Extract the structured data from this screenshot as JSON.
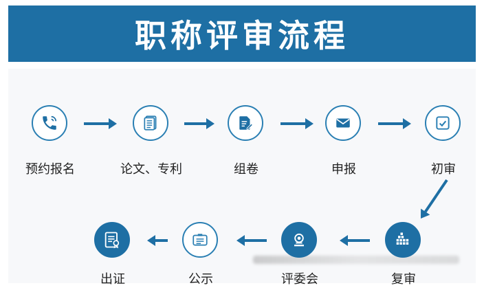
{
  "title": "职称评审流程",
  "colors": {
    "primary": "#1e6fa4",
    "outline": "#2a7fb3",
    "text": "#222222"
  },
  "steps": [
    {
      "label": "预约报名",
      "icon": "phone-icon",
      "style": "outline"
    },
    {
      "label": "论文、专利",
      "icon": "document-icon",
      "style": "outline"
    },
    {
      "label": "组卷",
      "icon": "file-edit-icon",
      "style": "outline"
    },
    {
      "label": "申报",
      "icon": "envelope-icon",
      "style": "outline"
    },
    {
      "label": "初审",
      "icon": "checkbox-icon",
      "style": "outline"
    },
    {
      "label": "复审",
      "icon": "blocks-icon",
      "style": "filled"
    },
    {
      "label": "评委会",
      "icon": "stamp-icon",
      "style": "filled"
    },
    {
      "label": "公示",
      "icon": "id-card-icon",
      "style": "outline"
    },
    {
      "label": "出证",
      "icon": "certificate-icon",
      "style": "filled"
    }
  ]
}
